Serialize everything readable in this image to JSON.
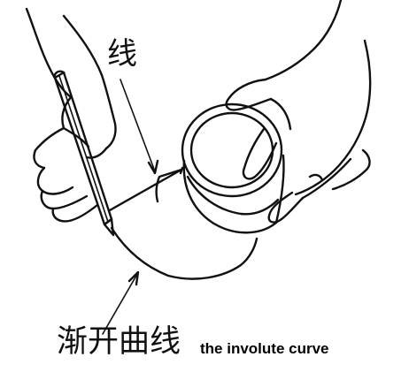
{
  "labels": {
    "line": "线",
    "involute_cn": "渐开曲线",
    "involute_en": "the involute curve"
  },
  "colors": {
    "stroke": "#111111",
    "background": "#ffffff"
  },
  "icons": [
    "pencil-icon",
    "hand-icon",
    "cylinder-icon"
  ]
}
